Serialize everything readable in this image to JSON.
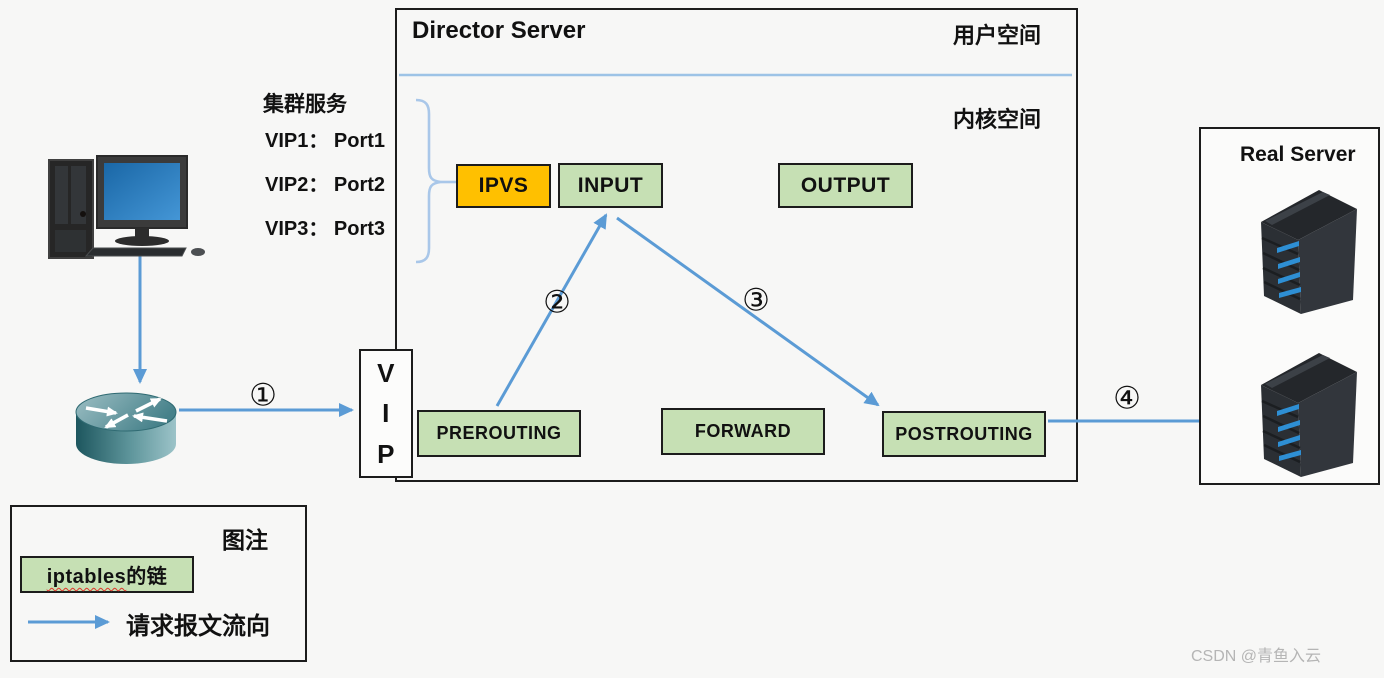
{
  "director": {
    "title": "Director Server",
    "user_space_label": "用户空间",
    "kernel_space_label": "内核空间"
  },
  "cluster": {
    "heading": "集群服务",
    "entries": [
      "VIP1： Port1",
      "VIP2： Port2",
      "VIP3： Port3"
    ]
  },
  "chains": {
    "ipvs": "IPVS",
    "input": "INPUT",
    "output": "OUTPUT",
    "prerouting": "PREROUTING",
    "forward": "FORWARD",
    "postrouting": "POSTROUTING"
  },
  "vip": {
    "l1": "V",
    "l2": "I",
    "l3": "P"
  },
  "real_server": {
    "title": "Real Server"
  },
  "flow": {
    "n1": "①",
    "n2": "②",
    "n3": "③",
    "n4": "④"
  },
  "legend": {
    "title": "图注",
    "chain_label_en": "iptables",
    "chain_label_zh": "的链",
    "arrow_label": "请求报文流向"
  },
  "watermark": "CSDN @青鱼入云",
  "icons": {
    "client": "desktop-computer-icon",
    "router": "router-icon",
    "server": "server-tower-icon"
  },
  "colors": {
    "arrow_blue": "#5B9BD5",
    "chain_green": "#C6E0B4",
    "ipvs_orange": "#FFC000",
    "border_black": "#1C1C1C",
    "space_separator_blue": "#9DC3E6",
    "brace_blue": "#A9C7E9",
    "screen_blue": "#2A7FC1",
    "router_teal": "#3E7E86",
    "server_stripe_blue": "#2E8FD4",
    "squiggle_red": "#E0342B",
    "watermark_gray": "#B5B5B5"
  }
}
